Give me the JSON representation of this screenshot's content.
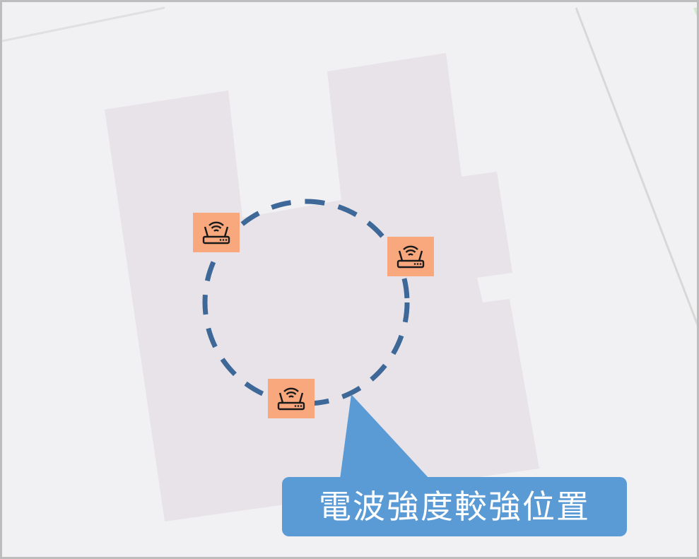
{
  "map": {
    "background_color": "#f1f1f3",
    "building_color": "#e7e3e8",
    "circle_color": "#3e6897",
    "marker_color": "#f9a87e",
    "callout_color": "#5b9bd5"
  },
  "markers": [
    {
      "name": "router-marker-left",
      "icon": "wifi-router-icon"
    },
    {
      "name": "router-marker-right",
      "icon": "wifi-router-icon"
    },
    {
      "name": "router-marker-bottom",
      "icon": "wifi-router-icon"
    }
  ],
  "callout": {
    "text": "電波強度較強位置"
  }
}
